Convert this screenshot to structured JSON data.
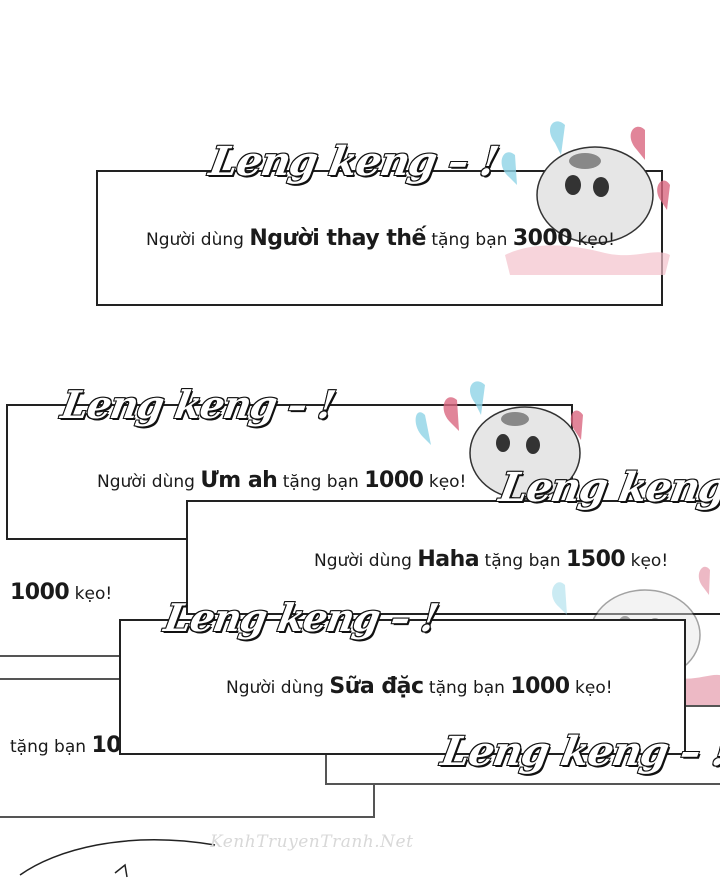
{
  "ding_text": "Leng keng – !",
  "notifications": [
    {
      "prefix": "Người dùng",
      "user": "Người thay thế",
      "middle": "tặng bạn",
      "amount": "3000",
      "unit": "kẹo!"
    },
    {
      "prefix": "Người dùng",
      "user": "Ưm ah",
      "middle": "tặng bạn",
      "amount": "1000",
      "unit": "kẹo!"
    },
    {
      "prefix": "Người dùng",
      "user": "Haha",
      "middle": "tặng bạn",
      "amount": "1500",
      "unit": "kẹo!"
    },
    {
      "prefix": "Người dùng",
      "user": "Sữa đặc",
      "middle": "tặng bạn",
      "amount": "1000",
      "unit": "kẹo!"
    }
  ],
  "partial_left": {
    "amount": "1000",
    "unit": "kẹo!"
  },
  "partial_bottom": {
    "middle": "tặng bạn",
    "amount": "10"
  },
  "watermark": "KenhTruyenTranh.Net",
  "colors": {
    "heart_pink": "#d9667f",
    "heart_blue": "#8ed3e6",
    "hamster": "#e6e6e6",
    "bg": "#ffffff"
  }
}
